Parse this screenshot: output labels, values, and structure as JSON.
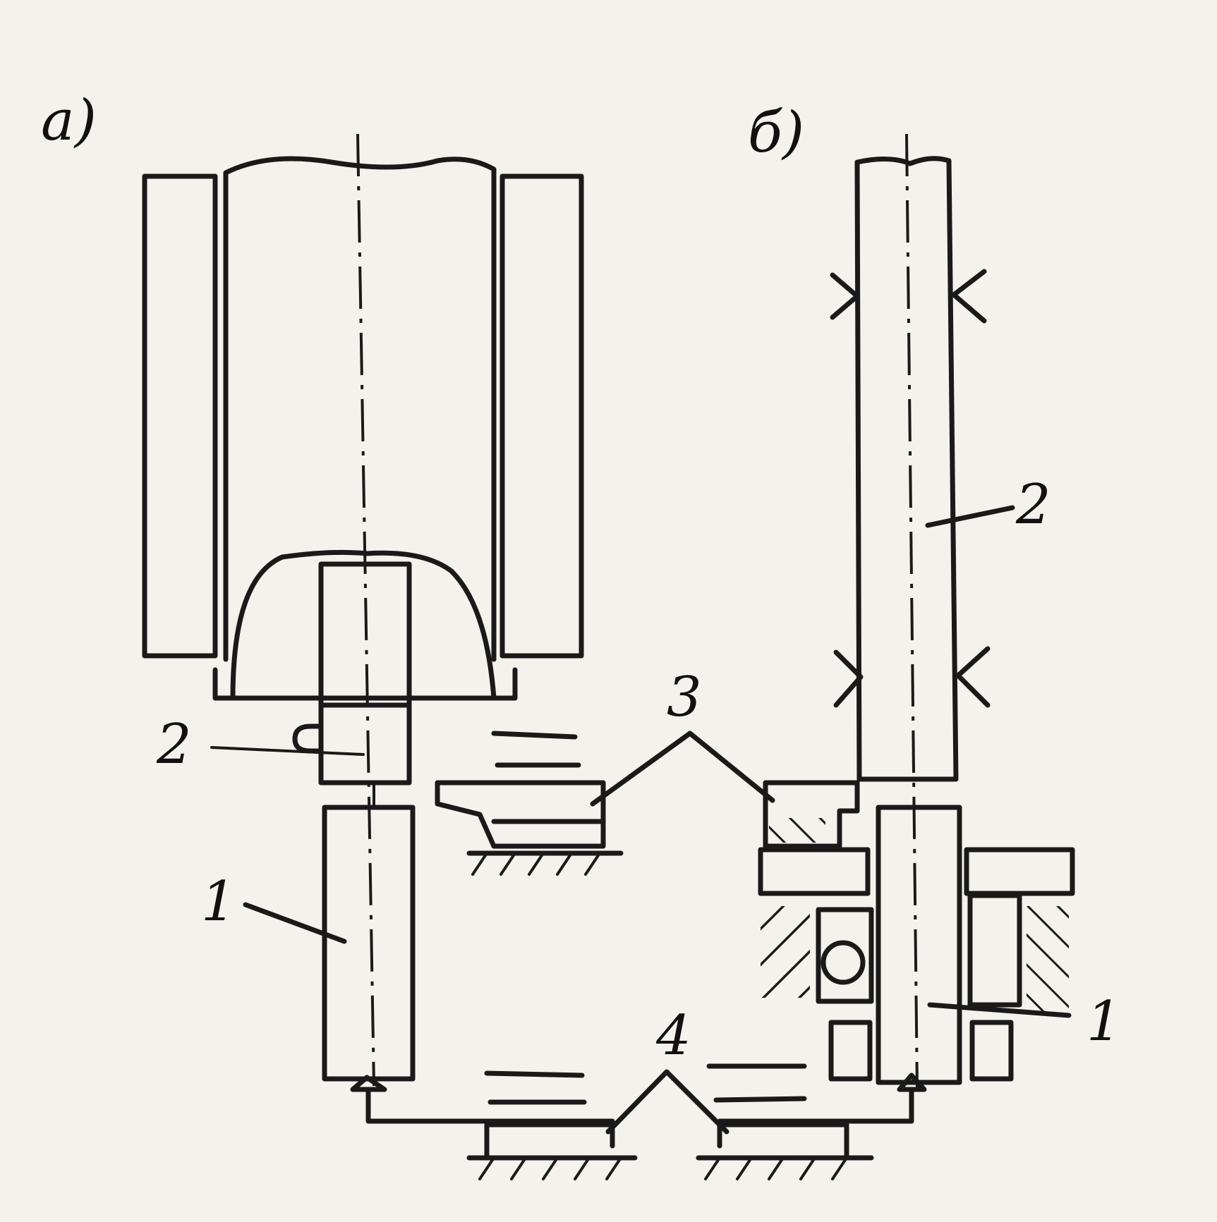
{
  "panels": {
    "a_label": "а)",
    "b_label": "б)"
  },
  "labels": {
    "one": "1",
    "two": "2",
    "three": "3",
    "four": "4"
  },
  "colors": {
    "ink": "#1a1a1a",
    "paper": "#f4f2ec"
  }
}
